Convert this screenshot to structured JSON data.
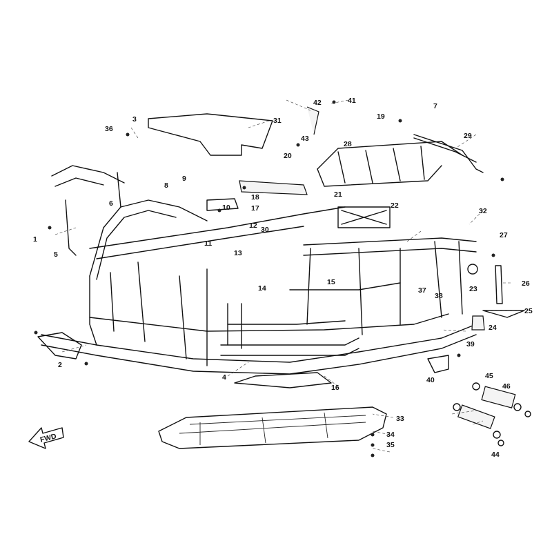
{
  "direction_label": "FWD",
  "callouts": [
    "1",
    "2",
    "3",
    "4",
    "5",
    "6",
    "7",
    "8",
    "9",
    "10",
    "11",
    "12",
    "13",
    "14",
    "15",
    "16",
    "17",
    "18",
    "19",
    "20",
    "21",
    "22",
    "23",
    "24",
    "25",
    "26",
    "27",
    "28",
    "29",
    "30",
    "31",
    "32",
    "33",
    "34",
    "35",
    "36",
    "37",
    "38",
    "39",
    "40",
    "41",
    "42",
    "43",
    "44",
    "45",
    "46"
  ],
  "colors": {
    "line": "#111111",
    "background": "#ffffff"
  }
}
